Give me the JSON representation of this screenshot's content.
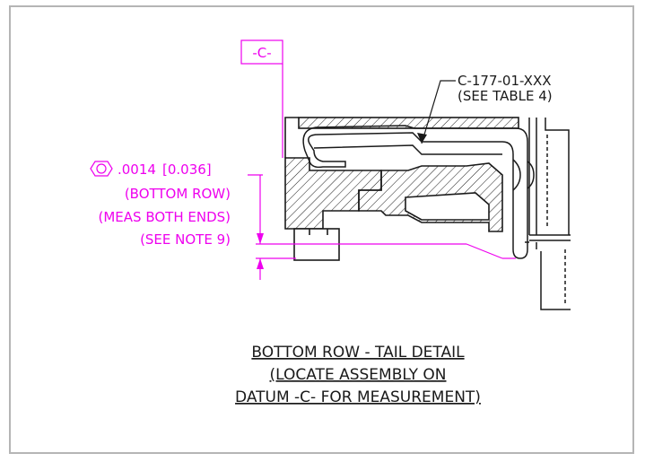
{
  "drawing": {
    "datum_label": "-C-",
    "part_number": "C-177-01-XXX",
    "part_ref": "(SEE TABLE 4)",
    "tolerance": {
      "value": ".0014",
      "value_metric": "[0.036]",
      "notes": [
        "(BOTTOM ROW)",
        "(MEAS BOTH ENDS)",
        "(SEE NOTE 9)"
      ]
    },
    "title_lines": [
      "BOTTOM ROW - TAIL DETAIL",
      "(LOCATE ASSEMBLY ON",
      "DATUM -C- FOR MEASUREMENT)"
    ]
  },
  "colors": {
    "dimension": "#ee00ee",
    "outline": "#1a1a1a",
    "border": "#b5b5b5"
  }
}
